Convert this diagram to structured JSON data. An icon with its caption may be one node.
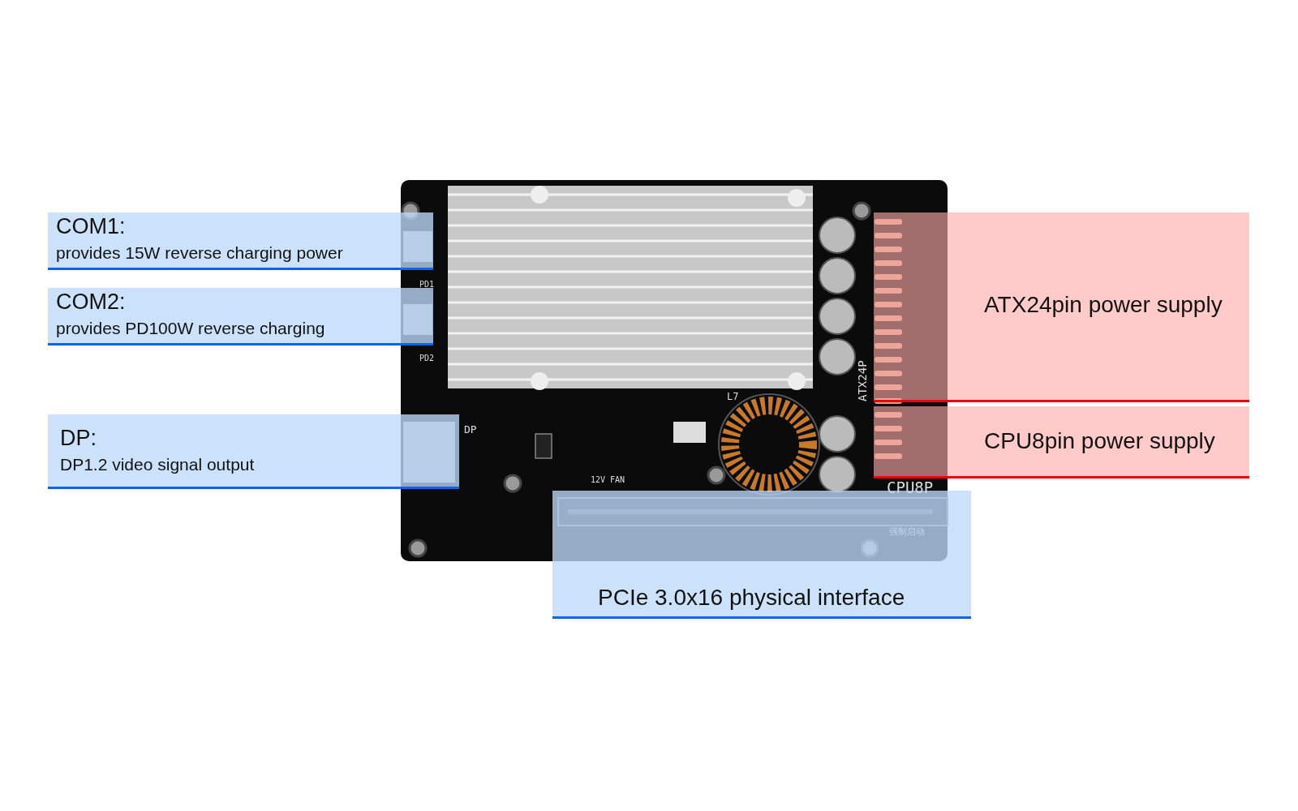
{
  "diagram": {
    "nodes": [
      {
        "text": [
          "COM1:",
          "provides 15W reverse charging power"
        ]
      },
      {
        "text": [
          "COM2:",
          "provides PD100W reverse charging"
        ]
      },
      {
        "text": [
          "DP:",
          "DP1.2 video signal output"
        ]
      },
      {
        "text": [
          "ATX24pin power supply"
        ]
      },
      {
        "text": [
          "CPU8pin power supply"
        ]
      },
      {
        "text": [
          "PCIe 3.0x16 physical interface"
        ]
      }
    ],
    "edges": [],
    "labels": [
      "PD1",
      "PD2",
      "DP",
      "L7",
      "ATX24P",
      "12V FAN",
      "CPU8P",
      "强制启动"
    ]
  }
}
